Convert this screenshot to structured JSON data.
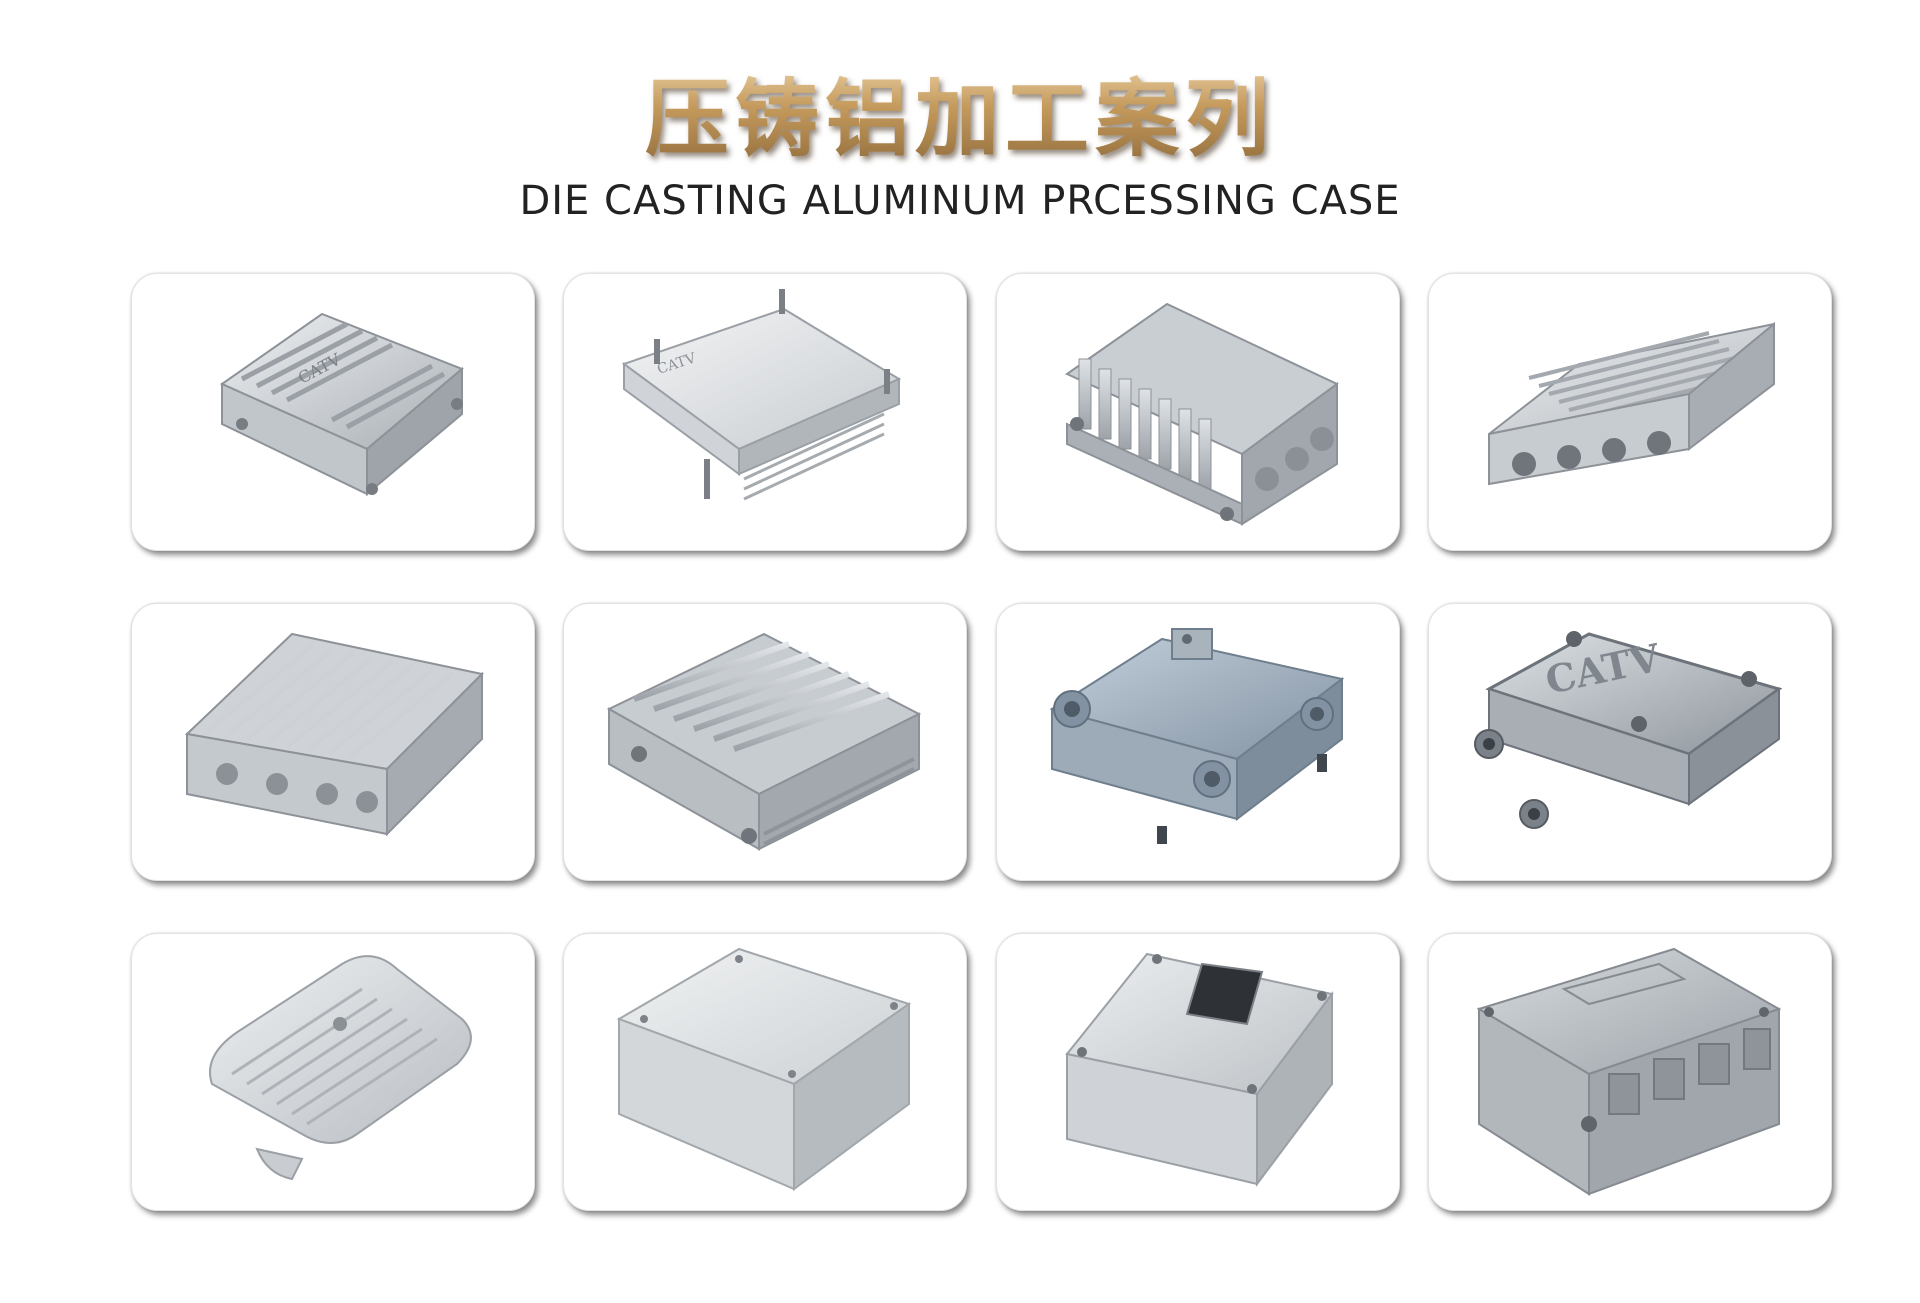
{
  "title_cn": "压铸铝加工案列",
  "title_en": "DIE CASTING ALUMINUM PRCESSING CASE",
  "colors": {
    "title_gold": "#c59a5c",
    "metal_light": "#e4e7ea",
    "metal_mid": "#c3c8cd",
    "metal_dark": "#8f969c",
    "blue_gray": "#9aa9b8"
  },
  "gallery": [
    {
      "name": "finned-enclosure-catv-silver",
      "engraving": "CATV"
    },
    {
      "name": "flat-lid-enclosure-catv",
      "engraving": "CATV"
    },
    {
      "name": "vertical-fin-amplifier-housing",
      "engraving": ""
    },
    {
      "name": "diagonal-fin-housing-four-ports",
      "engraving": ""
    },
    {
      "name": "heatsink-housing-four-ports",
      "engraving": ""
    },
    {
      "name": "double-fin-amplifier-housing",
      "engraving": ""
    },
    {
      "name": "blue-splitter-box",
      "engraving": ""
    },
    {
      "name": "catv-tap-housing",
      "engraving": "CATV"
    },
    {
      "name": "rounded-striped-cover",
      "engraving": ""
    },
    {
      "name": "plain-rectangular-box",
      "engraving": ""
    },
    {
      "name": "box-with-window",
      "engraving": ""
    },
    {
      "name": "box-with-hinges",
      "engraving": ""
    }
  ]
}
